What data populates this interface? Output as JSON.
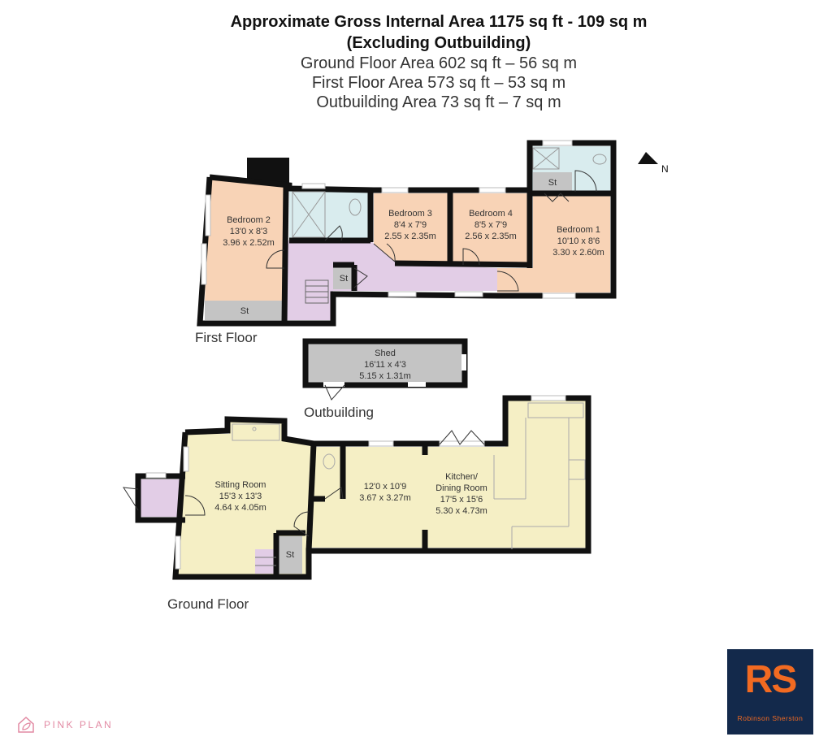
{
  "header": {
    "line1": "Approximate Gross Internal Area 1175 sq ft - 109 sq m",
    "line2": "(Excluding  Outbuilding)",
    "line3": "Ground Floor Area 602 sq ft – 56 sq m",
    "line4": "First Floor Area 573 sq ft – 53 sq m",
    "line5": "Outbuilding Area 73 sq ft – 7 sq m"
  },
  "compass": {
    "icon": "north-arrow-icon",
    "label": "N"
  },
  "colors": {
    "wall": "#111111",
    "bedroom": "#f8d3b6",
    "landing": "#e2cde6",
    "bathroom": "#d9ecee",
    "storage": "#c4c4c4",
    "ground": "#f5efc5",
    "window": "#ffffff"
  },
  "first_floor": {
    "label": "First Floor",
    "rooms": [
      {
        "name": "Bedroom 2",
        "imperial": "13'0 x 8'3",
        "metric": "3.96 x 2.52m"
      },
      {
        "name": "Bedroom 3",
        "imperial": "8'4 x 7'9",
        "metric": "2.55 x 2.35m"
      },
      {
        "name": "Bedroom 4",
        "imperial": "8'5 x 7'9",
        "metric": "2.56 x 2.35m"
      },
      {
        "name": "Bedroom 1",
        "imperial": "10'10 x 8'6",
        "metric": "3.30 x 2.60m"
      }
    ],
    "storage": [
      "St",
      "St",
      "St"
    ]
  },
  "outbuilding": {
    "label": "Outbuilding",
    "rooms": [
      {
        "name": "Shed",
        "imperial": "16'11 x 4'3",
        "metric": "5.15 x 1.31m"
      }
    ]
  },
  "ground_floor": {
    "label": "Ground Floor",
    "rooms": [
      {
        "name": "Sitting Room",
        "imperial": "15'3 x 13'3",
        "metric": "4.64 x 4.05m"
      },
      {
        "name": "",
        "imperial": "12'0 x 10'9",
        "metric": "3.67 x 3.27m"
      },
      {
        "name": "Kitchen/",
        "name2": "Dining Room",
        "imperial": "17'5 x 15'6",
        "metric": "5.30 x 4.73m"
      }
    ],
    "storage": [
      "St"
    ]
  },
  "branding": {
    "agent_mark": "RS",
    "agent_name": "Robinson Sherston",
    "plan_credit": "PINK PLAN"
  }
}
